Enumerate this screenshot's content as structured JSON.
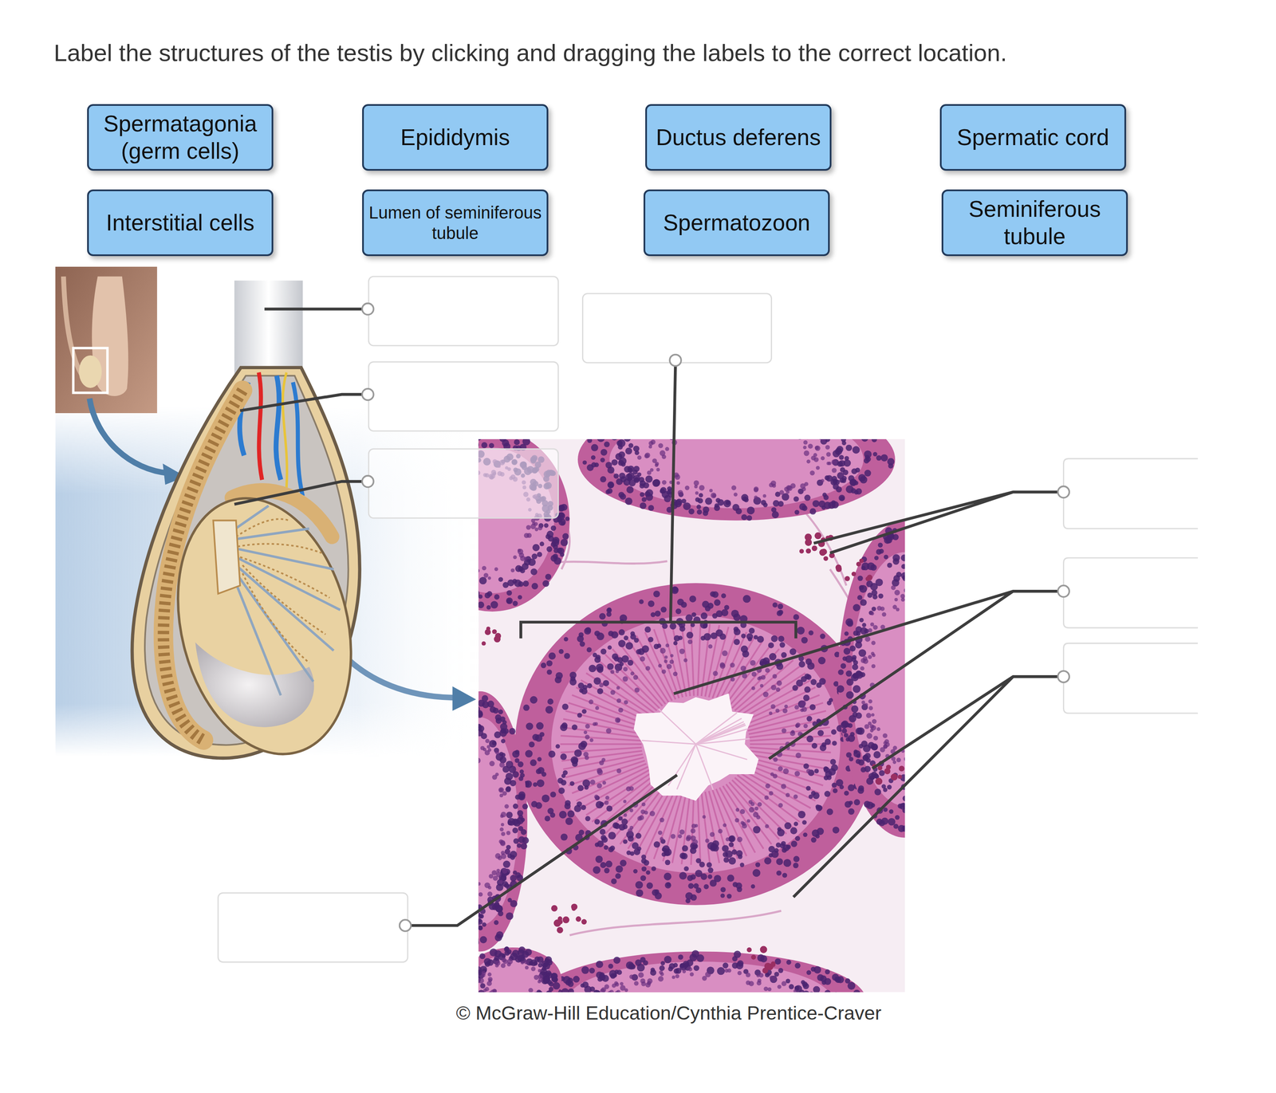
{
  "diagram": {
    "title": "Label the structures of the testis by clicking and dragging the labels to the correct location.",
    "caption": "© McGraw-Hill Education/Cynthia Prentice-Craver",
    "nodes": [
      {
        "text": [
          "Spermatagonia (germ cells)"
        ]
      },
      {
        "text": [
          "Epididymis"
        ]
      },
      {
        "text": [
          "Ductus deferens"
        ]
      },
      {
        "text": [
          "Spermatic cord"
        ]
      },
      {
        "text": [
          "Interstitial cells"
        ]
      },
      {
        "text": [
          "Lumen of seminiferous tubule"
        ]
      },
      {
        "text": [
          "Spermatozoon"
        ]
      },
      {
        "text": [
          "Seminiferous tubule"
        ]
      }
    ]
  }
}
